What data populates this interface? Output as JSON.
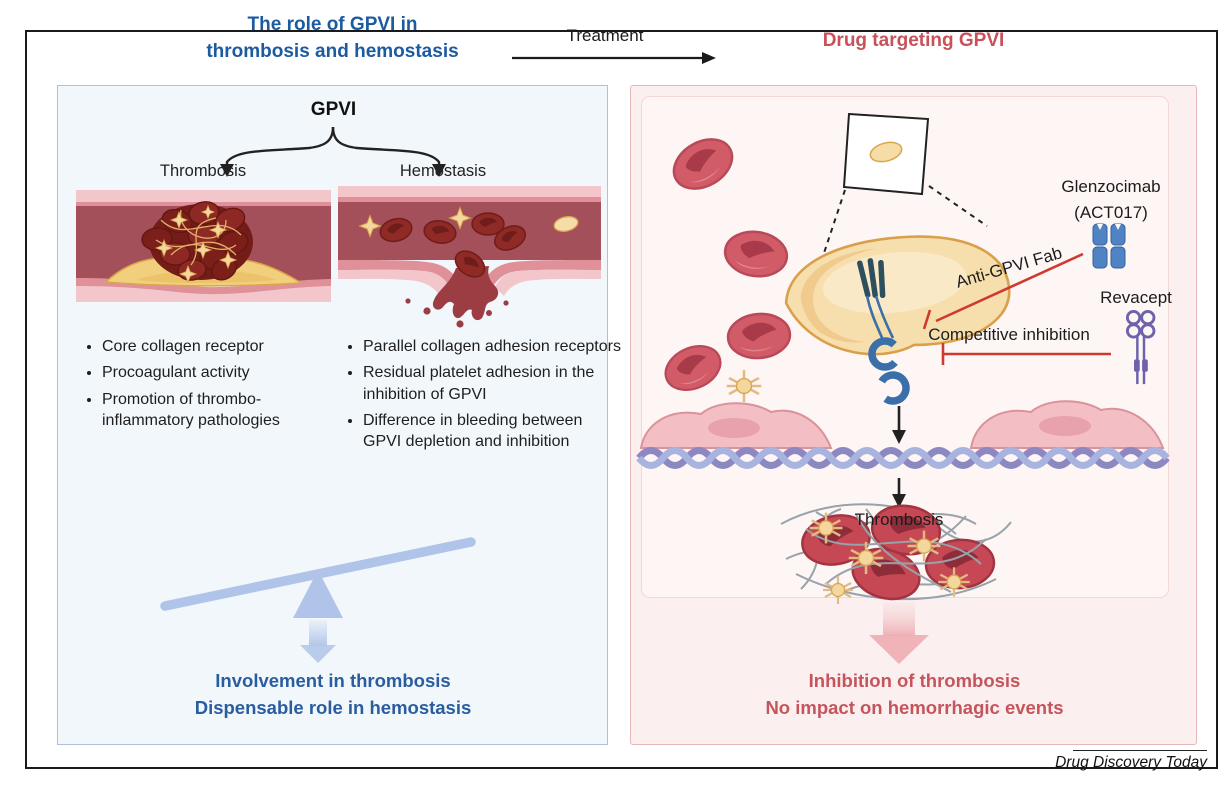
{
  "header": {
    "title_left_line1": "The role of GPVI in",
    "title_left_line2": "thrombosis and hemostasis",
    "treatment_label": "Treatment",
    "title_right": "Drug targeting GPVI"
  },
  "left_panel": {
    "heading": "GPVI",
    "branch_left": "Thrombosis",
    "branch_right": "Hemostasis",
    "thrombosis_bullets": [
      "Core collagen receptor",
      "Procoagulant activity",
      "Promotion of thrombo-inflammatory pathologies"
    ],
    "hemostasis_bullets": [
      "Parallel collagen adhesion receptors",
      "Residual platelet adhesion in the inhibition of GPVI",
      "Difference in bleeding between GPVI depletion and inhibition"
    ],
    "conclusion_line1": "Involvement in thrombosis",
    "conclusion_line2": "Dispensable role in hemostasis"
  },
  "right_panel": {
    "drug1_name": "Glenzocimab",
    "drug1_alias": "(ACT017)",
    "mechanism1": "Anti-GPVI Fab",
    "drug2_name": "Revacept",
    "mechanism2": "Competitive inhibition",
    "outcome_label": "Thrombosis",
    "conclusion_line1": "Inhibition of thrombosis",
    "conclusion_line2": "No impact on hemorrhagic events"
  },
  "footer": {
    "journal": "Drug Discovery Today"
  },
  "colors": {
    "title_blue": "#1d5ba1",
    "title_red": "#c8515a",
    "inhibition_red": "#cf3a30",
    "panel_blue_bg": "#f2f7fb",
    "panel_pink_bg": "#fbeff0",
    "seesaw_blue": "#b0c4e9"
  }
}
